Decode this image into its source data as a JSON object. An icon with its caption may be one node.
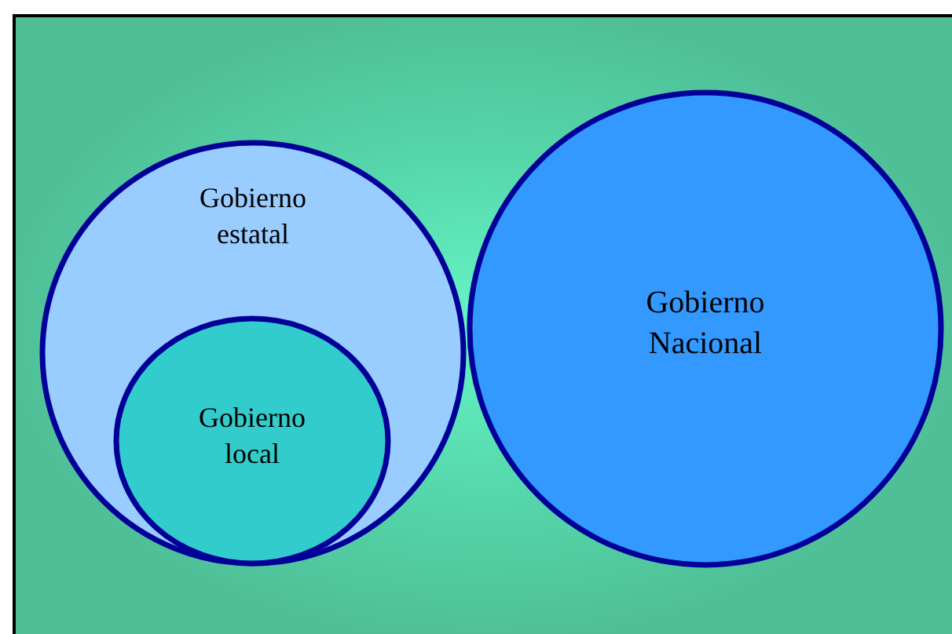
{
  "diagram": {
    "nodes": [
      {
        "text": [
          "Gobierno estatal"
        ]
      },
      {
        "text": [
          "Gobierno local"
        ],
        "in": 0
      },
      {
        "text": [
          "Gobierno Nacional"
        ]
      }
    ]
  }
}
